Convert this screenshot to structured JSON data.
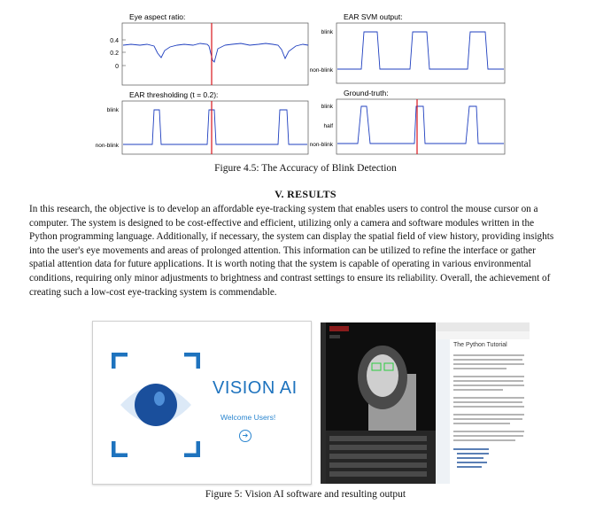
{
  "figure45": {
    "caption": "Figure 4.5: The Accuracy of Blink Detection",
    "panels": [
      {
        "title": "Eye aspect ratio:",
        "yticks": [
          "0.4",
          "0.2",
          "0"
        ]
      },
      {
        "title": "EAR SVM output:",
        "yticks": [
          "blink",
          "non-blink"
        ]
      },
      {
        "title": "EAR thresholding (t = 0.2):",
        "yticks": [
          "blink",
          "non-blink"
        ]
      },
      {
        "title": "Ground-truth:",
        "yticks": [
          "blink",
          "half",
          "non-blink"
        ]
      }
    ],
    "colors": {
      "signal": "#1f3fbf",
      "marker": "#d9141c"
    }
  },
  "section": {
    "heading": "V.       RESULTS",
    "lines": [
      "In this research, the objective is to develop an affordable eye-tracking system that enables users to control the mouse cursor on a",
      "computer. The system is designed to be cost-effective and efficient, utilizing only a camera and software modules written in the",
      "Python programming language. Additionally, if necessary, the system can display the spatial field of view history, providing insights",
      "into the user's eye movements and areas of prolonged attention. This information can be utilized to refine the interface or gather",
      "spatial attention data for future applications. It is worth noting that the system is capable of operating in various environmental",
      "conditions, requiring only minor adjustments to brightness and contrast settings to ensure its reliability. Overall, the achievement of",
      "creating such a low-cost eye-tracking system is commendable."
    ]
  },
  "figure5": {
    "caption": "Figure 5: Vision AI software and resulting output",
    "app_title": "VISION AI",
    "welcome": "Welcome Users!",
    "tutorial_title": "The Python Tutorial",
    "colors": {
      "brand": "#1e73be",
      "eye_dark": "#1a4f9c",
      "eye_light": "#dce9f7"
    }
  }
}
